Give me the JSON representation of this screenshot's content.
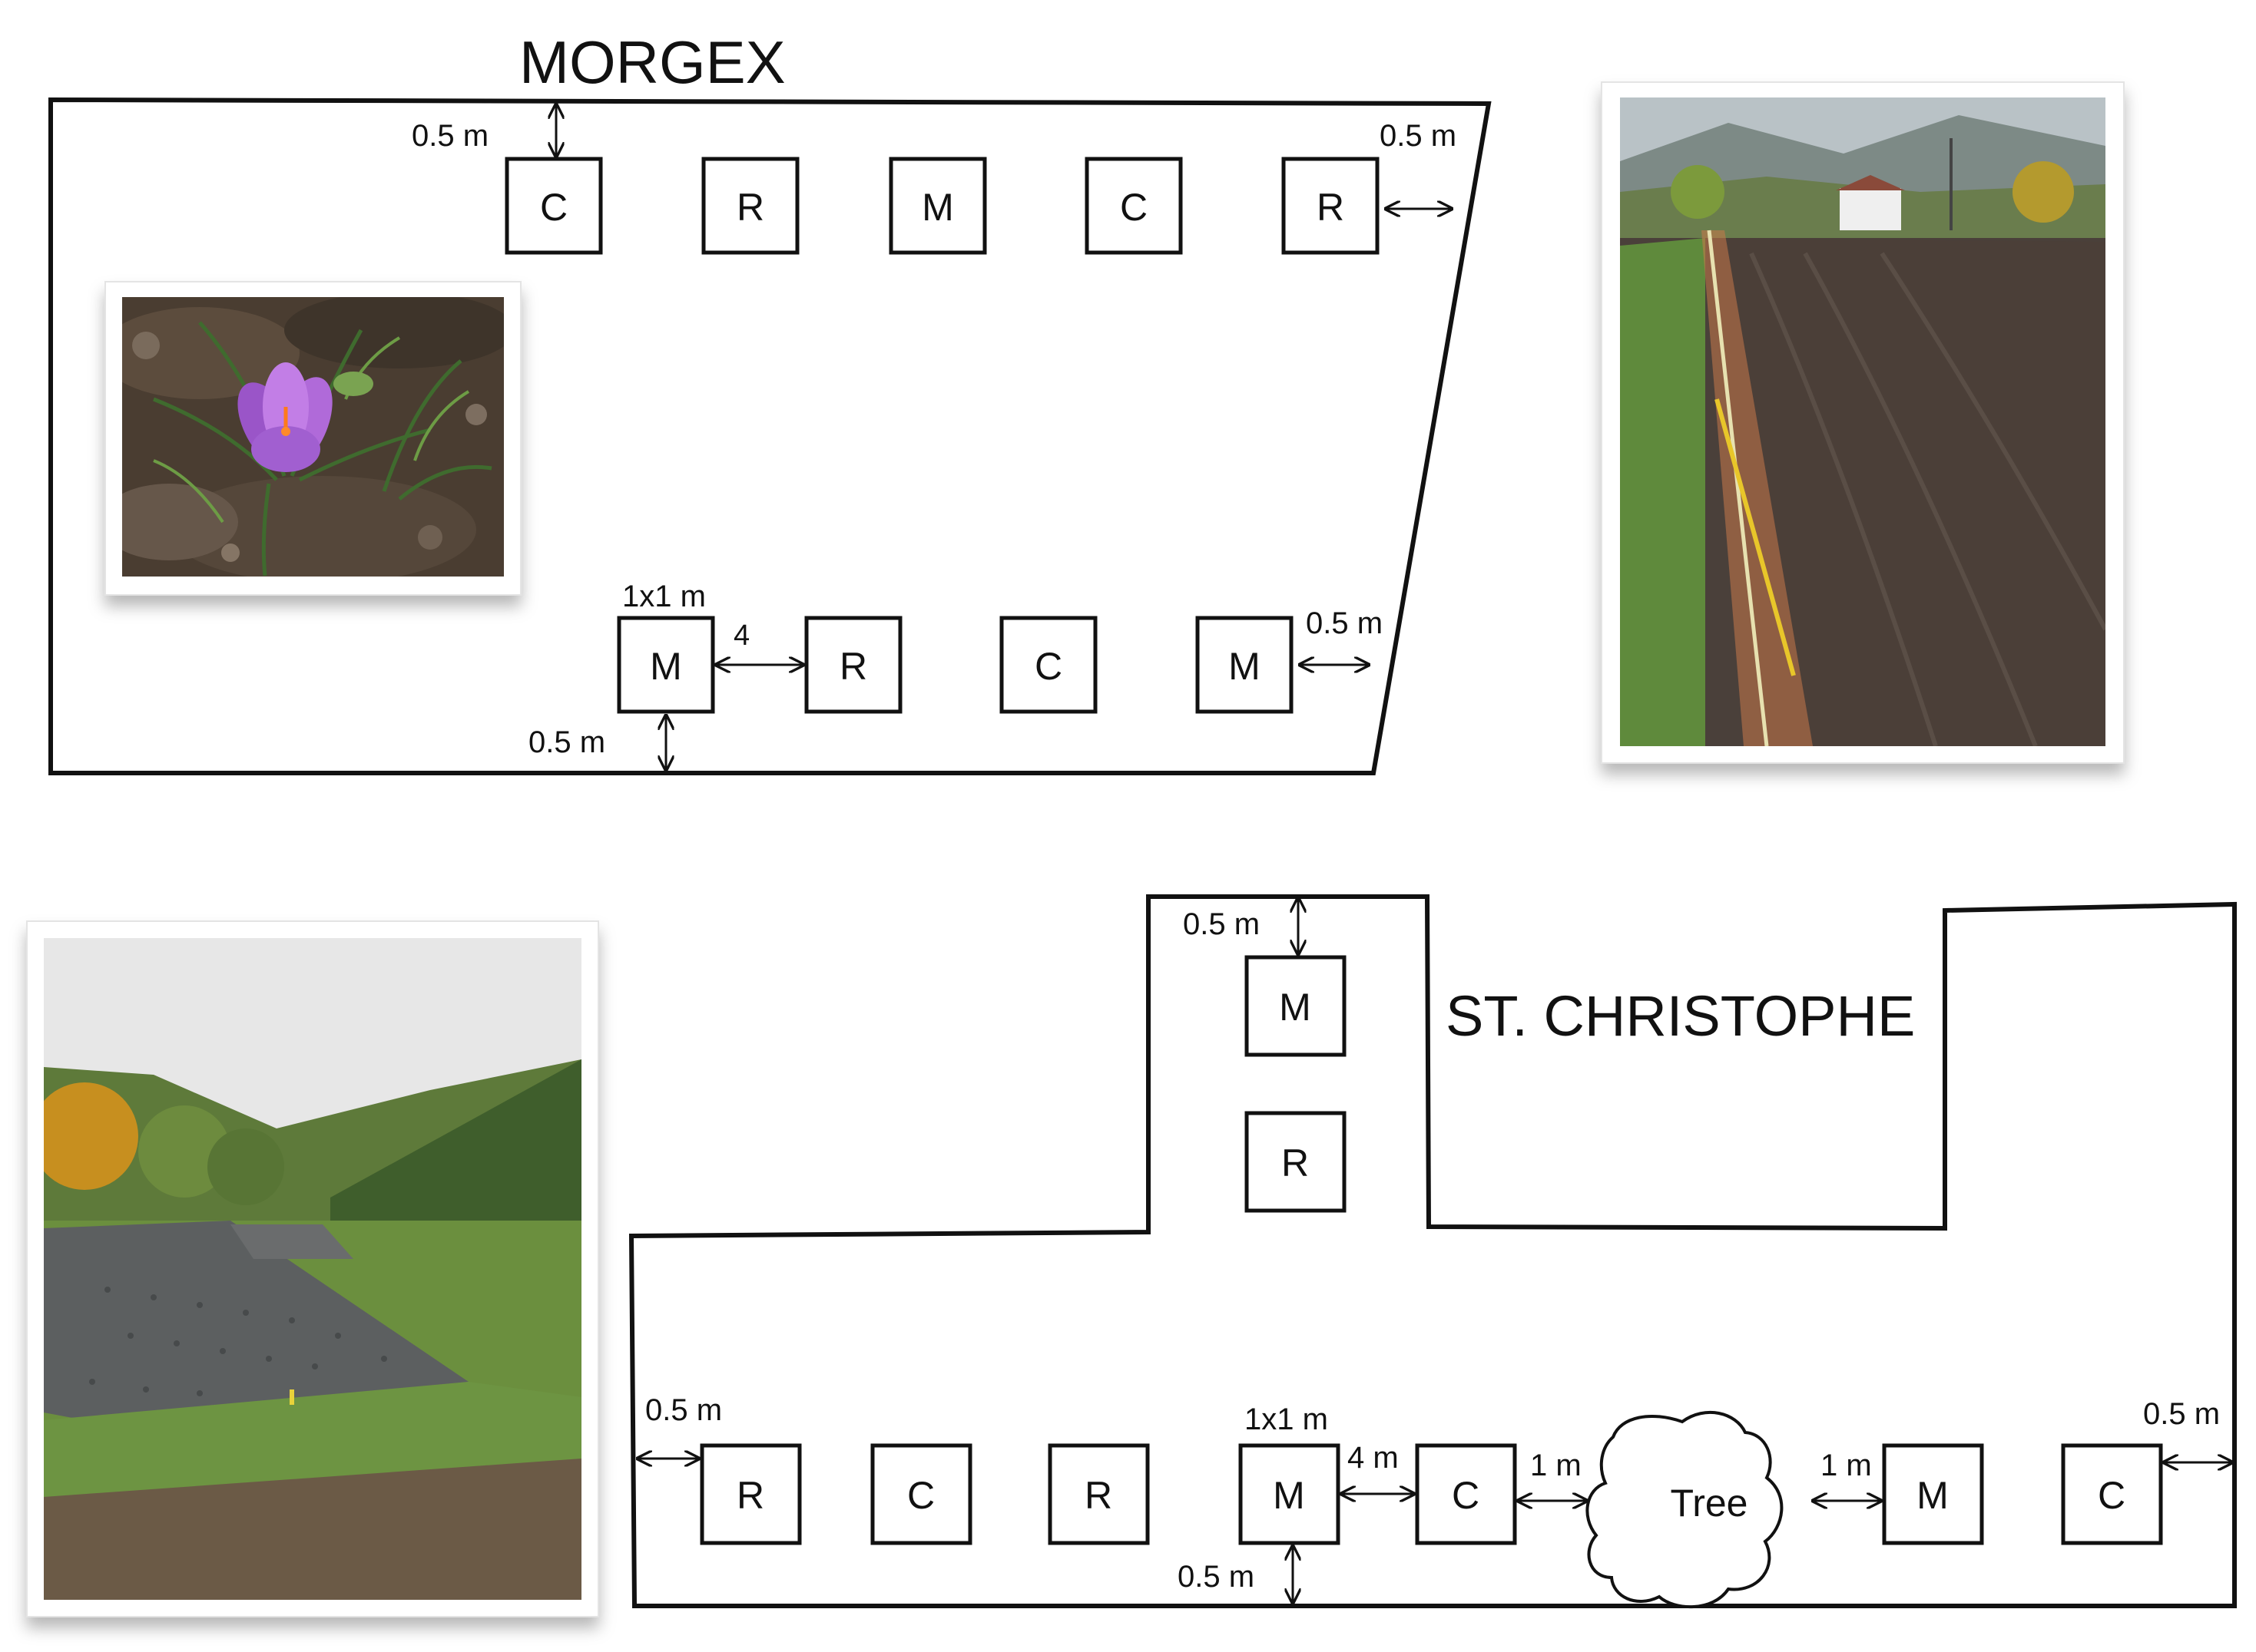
{
  "morgex": {
    "title": "MORGEX",
    "plots_top": [
      "C",
      "R",
      "M",
      "C",
      "R"
    ],
    "plots_bottom": [
      "M",
      "R",
      "C",
      "M"
    ],
    "labels": {
      "top_gap": "0.5 m",
      "right_gap_top": "0.5 m",
      "plot_size": "1x1 m",
      "spacing": "4",
      "right_gap_bottom": "0.5 m",
      "bottom_gap": "0.5 m"
    }
  },
  "st_christophe": {
    "title": "ST. CHRISTOPHE",
    "plots_column": [
      "M",
      "R"
    ],
    "plots_row": [
      "R",
      "C",
      "R",
      "M",
      "C",
      "M",
      "C"
    ],
    "tree_label": "Tree",
    "labels": {
      "top_gap": "0.5 m",
      "left_gap": "0.5 m",
      "plot_size": "1x1 m",
      "spacing": "4 m",
      "tree_gap_left": "1 m",
      "tree_gap_right": "1 m",
      "right_gap": "0.5 m",
      "bottom_gap": "0.5 m"
    }
  },
  "photos": [
    {
      "subject": "saffron-crocus-flower"
    },
    {
      "subject": "tilled-field-with-fence"
    },
    {
      "subject": "mulched-plots-in-field"
    }
  ]
}
